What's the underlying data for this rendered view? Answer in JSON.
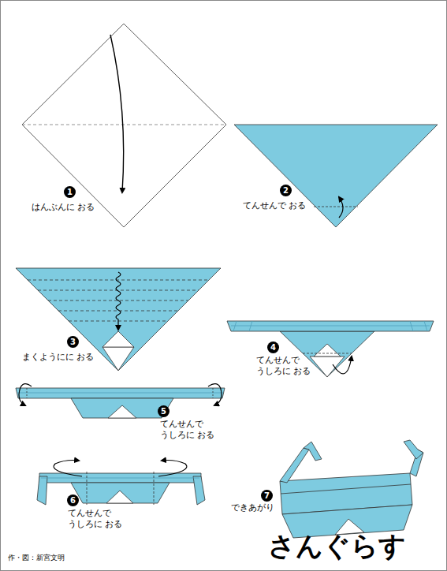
{
  "diagram": {
    "title": "さんぐらす",
    "labels": [
      "1",
      "はんぶんに おる",
      "2",
      "てんせんで おる",
      "3",
      "まくようにに おる",
      "4",
      "てんせんで うしろに おる",
      "5",
      "てんせんで うしろに おる",
      "6",
      "てんせんで うしろに おる",
      "7",
      "できあがり",
      "作・図：新宮文明"
    ]
  }
}
